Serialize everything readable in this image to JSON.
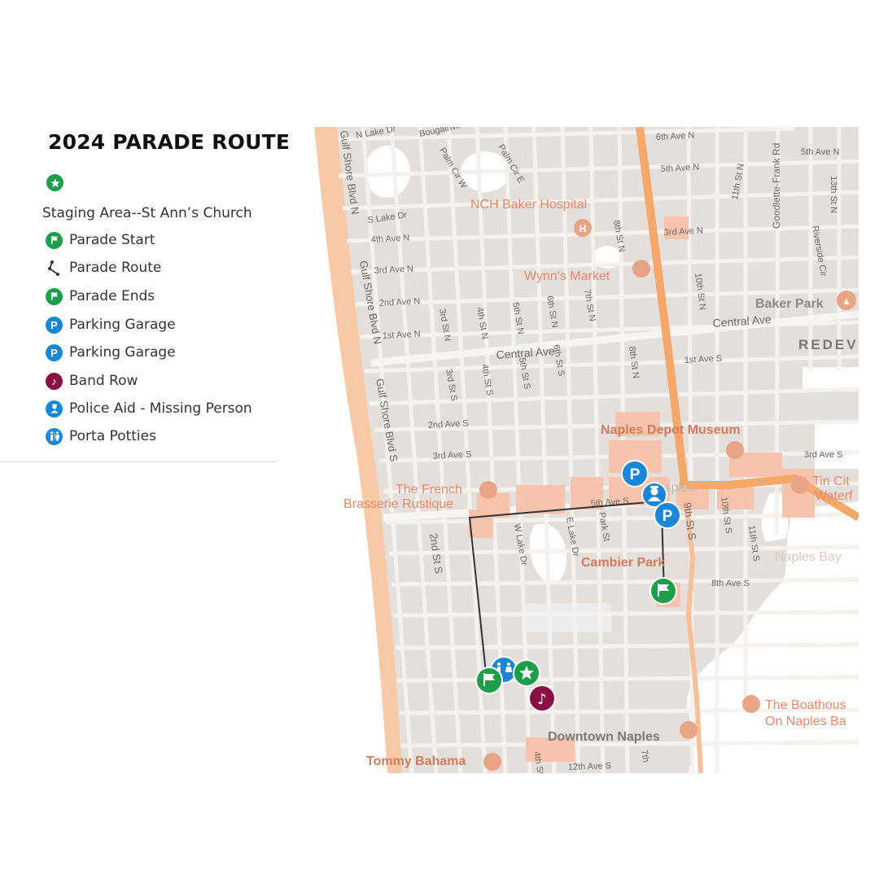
{
  "title": "2024 PARADE ROUTE",
  "legend": {
    "staging_label": "Staging Area--St Ann’s Church",
    "items": [
      {
        "label": "Parade Start",
        "icon": "flag-icon",
        "color": "#1e9e4a"
      },
      {
        "label": "Parade Route",
        "icon": "route-icon",
        "color": "#333333"
      },
      {
        "label": "Parade Ends",
        "icon": "flag-icon",
        "color": "#1e9e4a"
      },
      {
        "label": "Parking Garage",
        "icon": "parking-icon",
        "color": "#1a87d6"
      },
      {
        "label": "Parking Garage",
        "icon": "parking-icon",
        "color": "#1a87d6"
      },
      {
        "label": "Band Row",
        "icon": "music-note-icon",
        "color": "#8a0f45"
      },
      {
        "label": "Police Aid - Missing Person",
        "icon": "police-icon",
        "color": "#1a87d6"
      },
      {
        "label": "Porta Potties",
        "icon": "restroom-icon",
        "color": "#1a87d6"
      }
    ]
  },
  "map": {
    "streets": {
      "lake_ave": "N Lake Dr",
      "bougainvillea": "Bougainvil",
      "sixth_ave_n": "6th Ave N",
      "fifth_ave_n": "5th Ave N",
      "fifth_ave_n_east": "5th Ave N",
      "fourth_ave_n": "4th Ave N",
      "third_ave_n": "3rd Ave N",
      "third_ave_n_east": "3rd Ave N",
      "second_ave_n": "2nd Ave N",
      "first_ave_n": "1st Ave N",
      "central_ave": "Central Ave",
      "central_ave_east": "Central Ave",
      "first_ave_s": "1st Ave S",
      "second_ave_s": "2nd Ave S",
      "third_ave_s": "3rd Ave S",
      "third_ave_s_east": "3rd Ave S",
      "fifth_ave_s": "5th Ave S",
      "eighth_ave_s": "8th Ave S",
      "twelfth_ave_s": "12th Ave S",
      "gulf_shore_n1": "Gulf Shore Blvd N",
      "gulf_shore_n2": "Gulf Shore Blvd N",
      "gulf_shore_s": "Gulf Shore Blvd S",
      "s_lake_dr": "S Lake Dr",
      "palm_cir_w": "Palm Cir W",
      "palm_cir_e": "Palm Cir E",
      "third_st_n": "3rd St N",
      "fourth_st_n": "4th St N",
      "fifth_st_n": "5th St N",
      "sixth_st_n": "6th St N",
      "seventh_st_n": "7th St N",
      "eighth_st_n": "8th St N",
      "eighth_st_n2": "8th St N",
      "tenth_st_n": "10th St N",
      "eleventh_st_n": "11th St N",
      "thirteenth_st_n": "13th St N",
      "third_st_s": "3rd St S",
      "fourth_st_s": "4th St S",
      "fifth_st_s": "5th St S",
      "sixth_st_s": "6th St S",
      "second_st_s": "2nd St S",
      "ninth_st_s": "9th St S",
      "tenth_st_s": "10th St S",
      "eleventh_st_s": "11th St S",
      "w_lake_dr": "W Lake Dr",
      "e_lake_dr": "E Lake Dr",
      "park_st": "Park St",
      "goodlette": "Goodlette-Frank Rd",
      "riverside": "Riverside Cir",
      "fourth_st_s_bottom": "4th St",
      "seventh_st_s_bottom": "7th",
      "redev": "REDEV"
    },
    "places": {
      "nch": "NCH Baker Hospital",
      "wynns": "Wynn's Market",
      "baker_park": "Baker Park",
      "depot": "Naples Depot Museum",
      "french": "The French",
      "brasserie": "Brasserie Rustique",
      "cambier": "Cambier Park",
      "naples_bay": "Naples Bay",
      "tin_city": "Tin Cit",
      "waterfront": "Waterf",
      "boathouse1": "The Boathous",
      "boathouse2": "On Naples Ba",
      "downtown": "Downtown Naples",
      "tommy": "Tommy Bahama",
      "naples_label": "Naples"
    }
  },
  "colors": {
    "water": "#ffffff",
    "land": "#e4dfda",
    "street": "#f4f1ee",
    "highway": "#f6a86b",
    "beach": "#f8c9a7",
    "commercial": "#f6c4ad",
    "route": "#333333",
    "green": "#1e9e4a",
    "blue": "#1a87d6",
    "maroon": "#8a0f45"
  }
}
